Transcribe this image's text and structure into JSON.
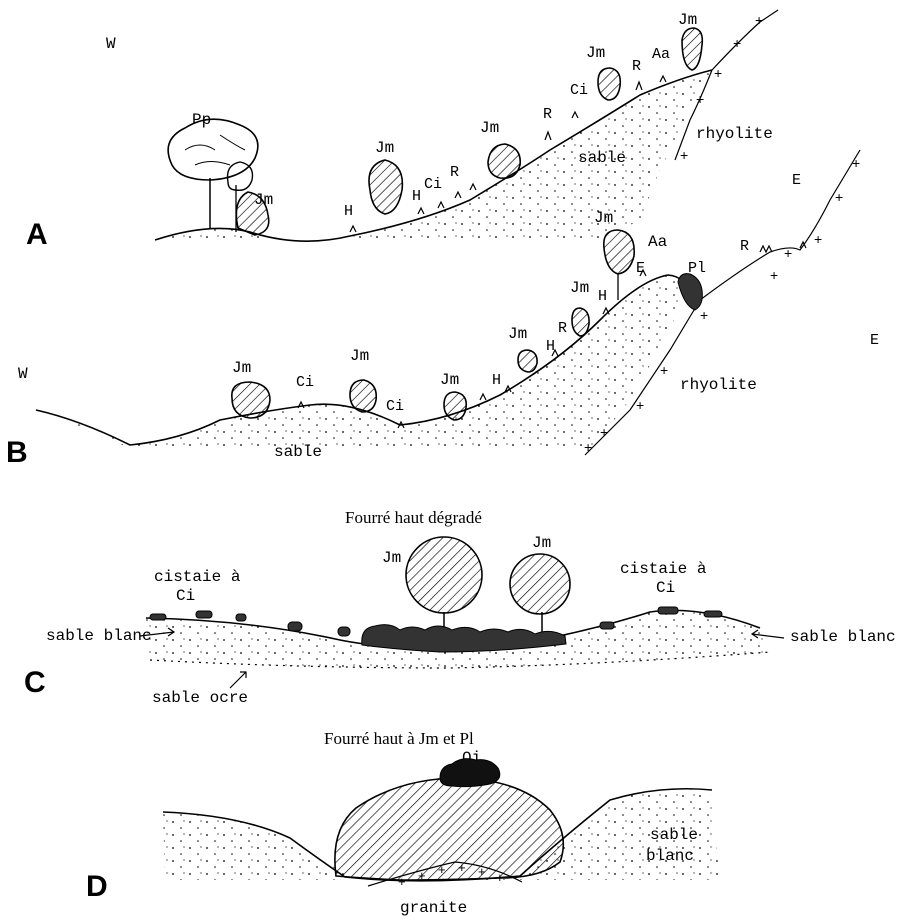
{
  "panels": [
    {
      "letter": "A",
      "labels": {
        "west": "W",
        "east": "E",
        "substrate_rock": "rhyolite",
        "substrate_sand": "sable",
        "pp": "Pp",
        "jm1": "Jm",
        "jm2": "Jm",
        "jm3": "Jm",
        "jm4": "Jm",
        "jm5": "Jm",
        "h1": "H",
        "h2": "H",
        "ci1": "Ci",
        "ci2": "Ci",
        "r1": "R",
        "r2": "R",
        "r3": "R",
        "aa": "Aa"
      }
    },
    {
      "letter": "B",
      "labels": {
        "west": "W",
        "east": "E",
        "substrate_rock": "rhyolite",
        "substrate_sand": "sable",
        "jm1": "Jm",
        "jm2": "Jm",
        "jm3": "Jm",
        "jm4": "Jm",
        "jm5": "Jm",
        "jm6": "Jm",
        "ci1": "Ci",
        "ci2": "Ci",
        "h1": "H",
        "h2": "H",
        "h3": "H",
        "r1": "R",
        "r2": "R",
        "e": "E",
        "aa": "Aa",
        "pl": "Pl"
      }
    },
    {
      "letter": "C",
      "title": "Fourré haut dégradé",
      "labels": {
        "left_cistaie": "cistaie à",
        "left_ci": "Ci",
        "right_cistaie": "cistaie à",
        "right_ci": "Ci",
        "jm1": "Jm",
        "jm2": "Jm",
        "sable_blanc_left": "sable blanc",
        "sable_blanc_right": "sable blanc",
        "sable_ocre": "sable ocre"
      }
    },
    {
      "letter": "D",
      "title": "Fourré haut à Jm et Pl",
      "labels": {
        "qi": "Qi",
        "sable": "sable",
        "blanc": "blanc",
        "granite": "granite"
      }
    }
  ]
}
